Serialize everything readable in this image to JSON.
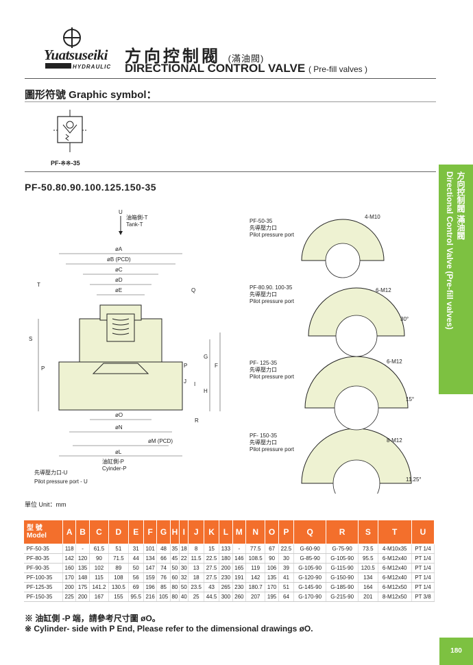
{
  "header": {
    "logo_word": "Yuatsuseiki",
    "logo_sub": "HYDRAULIC",
    "title_zh": "方向控制閥",
    "title_zh_sub": "(滿油閥)",
    "title_en": "DIRECTIONAL CONTROL VALVE",
    "title_en_sub": "( Pre-fill valves )"
  },
  "graphic_symbol": {
    "heading": "圖形符號  Graphic symbol：",
    "caption": "PF-※※-35"
  },
  "series_title": "PF-50.80.90.100.125.150-35",
  "side_tab": {
    "zh": "方向控制閥  滿油閥",
    "en": "Directional Control Valve (Pre-fill valves)"
  },
  "section_drawing": {
    "labels": {
      "u": "U",
      "tank_zh": "油箱側-T",
      "tank_en": "Tank-T",
      "oA": "øA",
      "oB": "øB (PCD)",
      "oC": "øC",
      "oD": "øD",
      "oE": "øE",
      "T": "T",
      "Q": "Q",
      "S": "S",
      "P_left": "P",
      "P_right": "P",
      "G": "G",
      "F": "F",
      "J": "J",
      "I": "I",
      "H": "H",
      "R": "R",
      "oO": "øO",
      "oN": "øN",
      "oM": "øM (PCD)",
      "oL": "øL",
      "cyl_zh": "油缸側-P",
      "cyl_en": "Cyinder-P",
      "pilot_zh": "先導壓力口-U",
      "pilot_en": "Pilot pressure port - U"
    }
  },
  "top_views": [
    {
      "model": "PF-50-35",
      "zh": "先導壓力口",
      "en": "Pilot pressure port",
      "bolt": "4-M10",
      "angle": ""
    },
    {
      "model": "PF-80.90. 100-35",
      "zh": "先導壓力口",
      "en": "Pilot pressure port",
      "bolt": "6-M12",
      "angle": "30°"
    },
    {
      "model": "PF- 125-35",
      "zh": "先導壓力口",
      "en": "Pilot pressure port",
      "bolt": "6-M12",
      "angle": "15°"
    },
    {
      "model": "PF- 150-35",
      "zh": "先導壓力口",
      "en": "Pilot pressure port",
      "bolt": "8-M12",
      "angle": "11.25°"
    }
  ],
  "unit_label": "單位 Unit：mm",
  "table": {
    "model_head_zh": "型 號",
    "model_head_en": "Model",
    "columns": [
      "A",
      "B",
      "C",
      "D",
      "E",
      "F",
      "G",
      "H",
      "I",
      "J",
      "K",
      "L",
      "M",
      "N",
      "O",
      "P",
      "Q",
      "R",
      "S",
      "T",
      "U"
    ],
    "rows": [
      [
        "PF-50-35",
        "118",
        "-",
        "61.5",
        "51",
        "31",
        "101",
        "48",
        "35",
        "18",
        "8",
        "15",
        "133",
        "-",
        "77.5",
        "67",
        "22.5",
        "G-60-90",
        "G-75-90",
        "73.5",
        "4-M10x35",
        "PT 1/4"
      ],
      [
        "PF-80-35",
        "142",
        "120",
        "90",
        "71.5",
        "44",
        "134",
        "66",
        "45",
        "22",
        "11.5",
        "22.5",
        "180",
        "146",
        "108.5",
        "90",
        "30",
        "G-85-90",
        "G-105-90",
        "95.5",
        "6-M12x40",
        "PT 1/4"
      ],
      [
        "PF-90-35",
        "160",
        "135",
        "102",
        "89",
        "50",
        "147",
        "74",
        "50",
        "30",
        "13",
        "27.5",
        "200",
        "165",
        "119",
        "106",
        "39",
        "G-105-90",
        "G-115-90",
        "120.5",
        "6-M12x40",
        "PT 1/4"
      ],
      [
        "PF-100-35",
        "170",
        "148",
        "115",
        "108",
        "56",
        "159",
        "76",
        "60",
        "32",
        "18",
        "27.5",
        "230",
        "191",
        "142",
        "135",
        "41",
        "G-120-90",
        "G-150-90",
        "134",
        "6-M12x40",
        "PT 1/4"
      ],
      [
        "PF-125-35",
        "200",
        "175",
        "141.2",
        "130.5",
        "69",
        "196",
        "85",
        "80",
        "50",
        "23.5",
        "43",
        "265",
        "230",
        "180.7",
        "170",
        "51",
        "G-145-90",
        "G-185-90",
        "164",
        "6-M12x50",
        "PT 1/4"
      ],
      [
        "PF-150-35",
        "225",
        "200",
        "167",
        "155",
        "95.5",
        "216",
        "105",
        "80",
        "40",
        "25",
        "44.5",
        "300",
        "260",
        "207",
        "195",
        "64",
        "G-170-90",
        "G-215-90",
        "201",
        "8-M12x50",
        "PT 3/8"
      ]
    ]
  },
  "notes": [
    "※ 油缸側 -P 端，請參考尺寸圖 øO。",
    "※ Cylinder- side with P End, Please refer to the dimensional drawings øO."
  ],
  "page_number": "180"
}
